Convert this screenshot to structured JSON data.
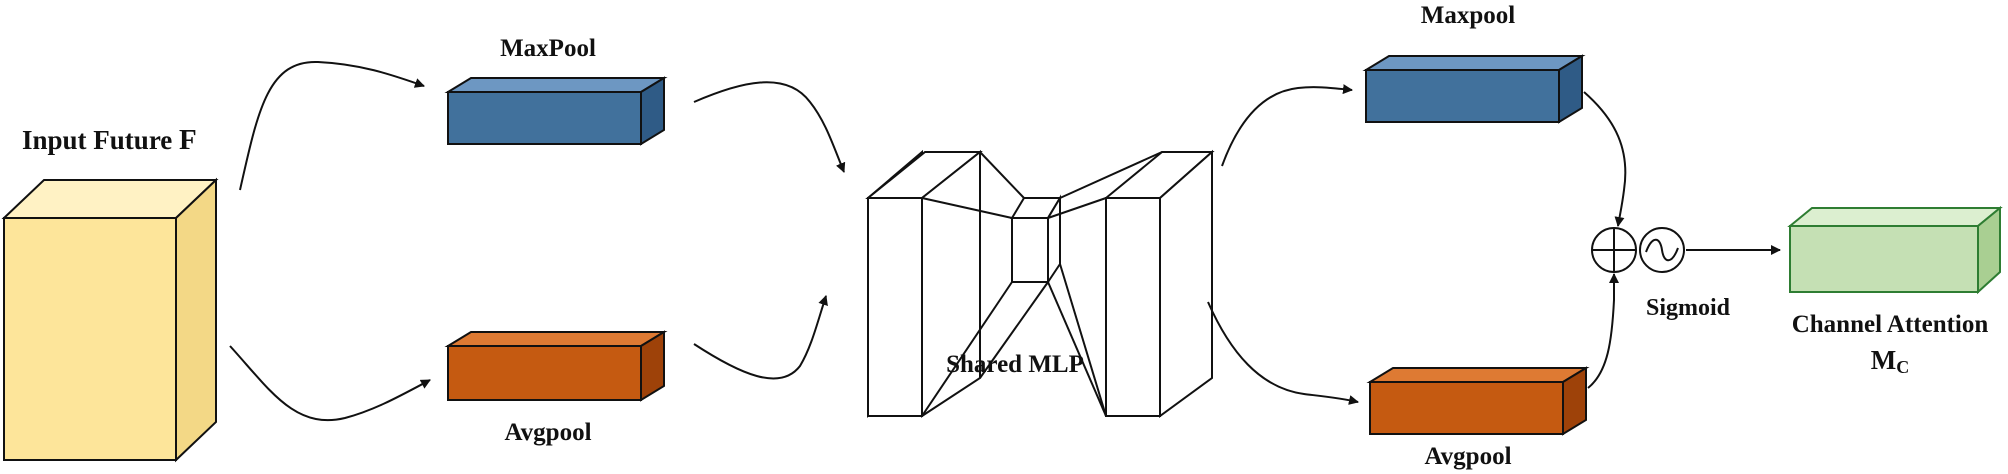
{
  "labels": {
    "input_prefix": "Input Future ",
    "input_symbol": "F",
    "maxpool_left": "MaxPool",
    "avgpool_left": "Avgpool",
    "shared_mlp": "Shared MLP",
    "maxpool_right": "Maxpool",
    "avgpool_right": "Avgpool",
    "sigmoid": "Sigmoid",
    "output_line1": "Channel Attention",
    "output_symbol": "M",
    "output_subscript": "C"
  },
  "colors": {
    "input_front": "#fde59a",
    "maxpool_front": "#41719c",
    "avgpool_front": "#c55a11",
    "output_front": "#c5e0b4",
    "stroke": "#111111"
  }
}
